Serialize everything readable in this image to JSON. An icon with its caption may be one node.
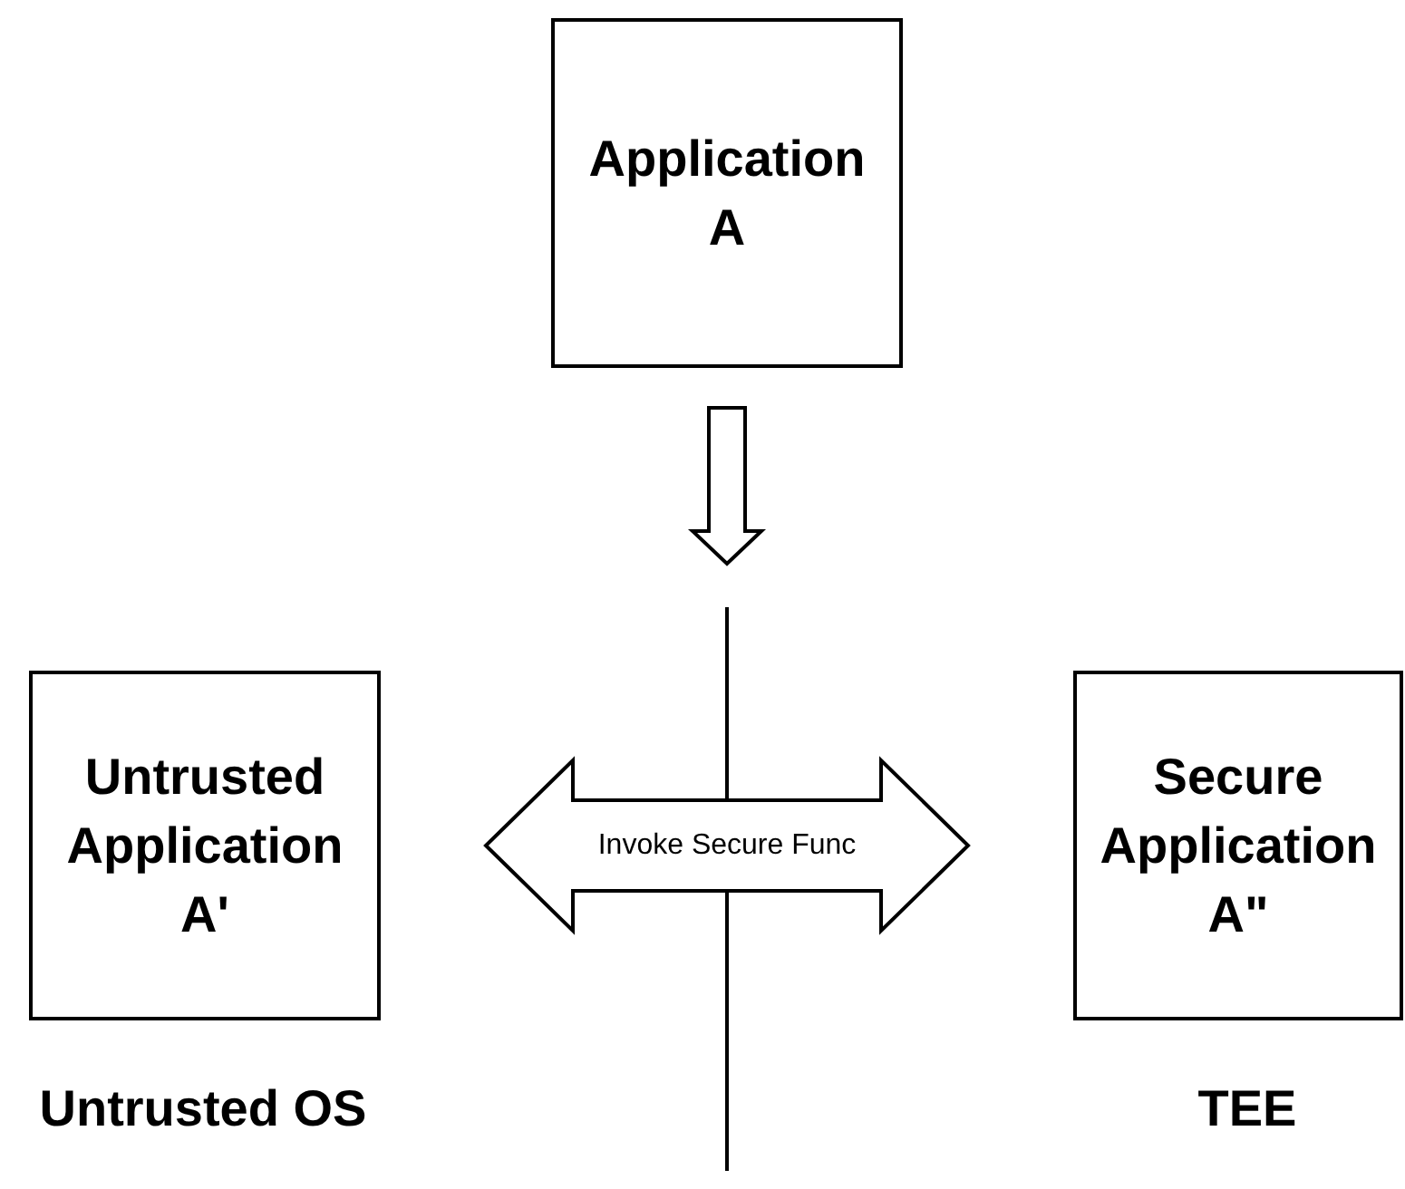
{
  "diagram": {
    "nodes": [
      {
        "text": [
          "Application A"
        ]
      },
      {
        "text": [
          "Untrusted Application A'"
        ]
      },
      {
        "text": [
          "Secure Application A\""
        ]
      }
    ],
    "edges": [
      {
        "from": 0,
        "to": null,
        "arrow": "to"
      },
      {
        "from": 1,
        "to": 2,
        "arrow": "both",
        "label": "Invoke Secure Func"
      }
    ],
    "labels": [
      "Untrusted OS",
      "TEE"
    ]
  }
}
